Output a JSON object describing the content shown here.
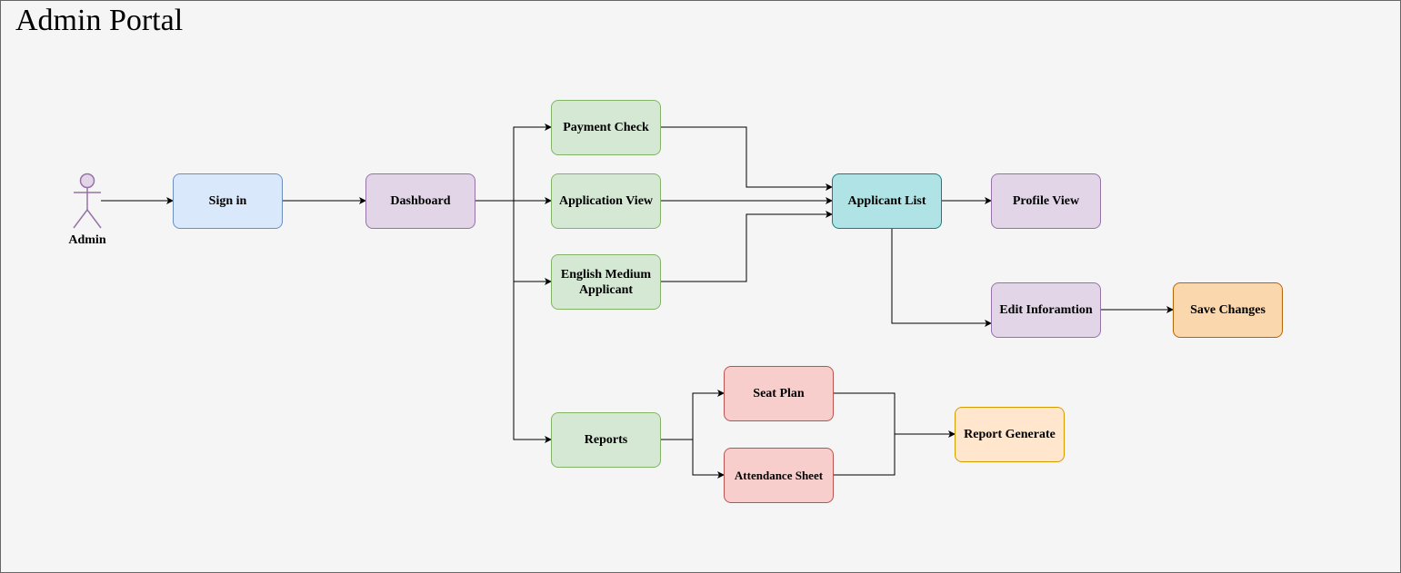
{
  "diagram": {
    "title": "Admin Portal",
    "actor": {
      "label": "Admin"
    },
    "nodes": {
      "sign_in": "Sign in",
      "dashboard": "Dashboard",
      "payment_check": "Payment Check",
      "application_view": "Application View",
      "english_medium_applicant": "English Medium Applicant",
      "reports": "Reports",
      "applicant_list": "Applicant List",
      "profile_view": "Profile View",
      "edit_information": "Edit Inforamtion",
      "save_changes": "Save Changes",
      "seat_plan": "Seat Plan",
      "attendance_sheet": "Attendance Sheet",
      "report_generate": "Report Generate"
    },
    "colors": {
      "sign_in": "#dae8fc",
      "dashboard": "#e1d5e7",
      "green_nodes": "#d5e8d4",
      "applicant_list": "#b0e3e6",
      "red_nodes": "#f8cecc",
      "save_changes": "#fad7ac",
      "report_generate": "#ffe6cc",
      "actor": "#9673a6"
    }
  }
}
